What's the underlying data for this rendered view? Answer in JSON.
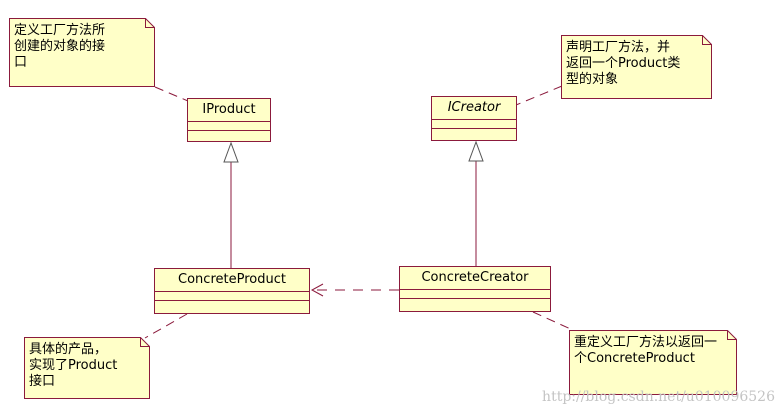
{
  "classes": {
    "iproduct": "IProduct",
    "icreator": "ICreator",
    "concrete_product": "ConcreteProduct",
    "concrete_creator": "ConcreteCreator"
  },
  "notes": {
    "iproduct_note": [
      "定义工厂方法所",
      "创建的对象的接",
      "口"
    ],
    "icreator_note": [
      "声明工厂方法，并",
      "返回一个Product类",
      "型的对象"
    ],
    "concrete_product_note": [
      "具体的产品，",
      "实现了Product",
      "接口"
    ],
    "concrete_creator_note": [
      "重定义工厂方法以返回一",
      "个ConcreteProduct"
    ]
  },
  "watermark": "http://blog.csdn.net/u010096526",
  "colors": {
    "line": "#8b1a3c",
    "box_fill": "#ffffc8",
    "arrow": "#555555"
  }
}
